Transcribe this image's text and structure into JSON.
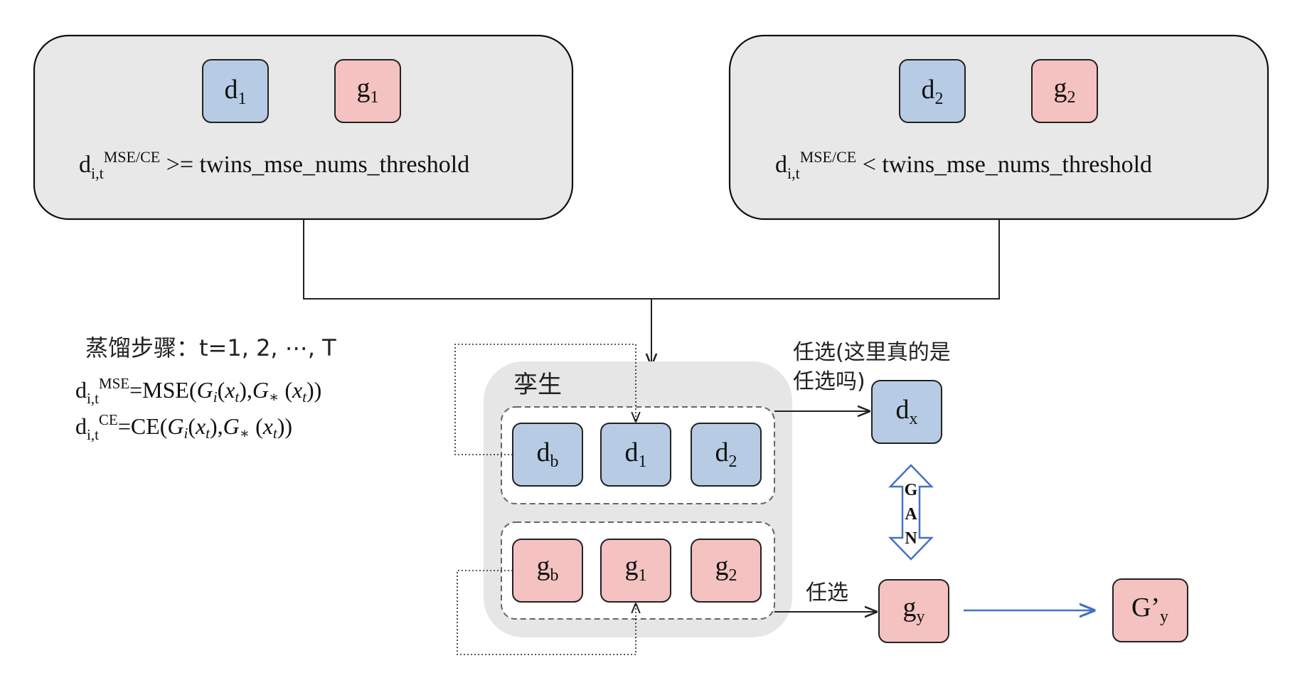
{
  "panel_left": {
    "node_d": {
      "base": "d",
      "sub": "1"
    },
    "node_g": {
      "base": "g",
      "sub": "1"
    },
    "cond": {
      "base": "d",
      "sub": "i,t",
      "sup": "MSE/CE",
      "rest": " >= twins_mse_nums_threshold"
    }
  },
  "panel_right": {
    "node_d": {
      "base": "d",
      "sub": "2"
    },
    "node_g": {
      "base": "g",
      "sub": "2"
    },
    "cond": {
      "base": "d",
      "sub": "i,t",
      "sup": "MSE/CE",
      "rest": " < twins_mse_nums_threshold"
    }
  },
  "steps": {
    "title": "蒸馏步骤：t=1, 2, ⋯, T",
    "mse": {
      "base": "d",
      "sub": "i,t",
      "sup": "MSE",
      "eq": "=MSE(",
      "gi": "G",
      "i": "i",
      "x1": "x",
      "t1": "t",
      "comma": "),",
      "gs": "G",
      "star": "∗",
      "x2": "x",
      "t2": "t",
      "close": "))"
    },
    "ce": {
      "base": "d",
      "sub": "i,t",
      "sup": "CE",
      "eq": "=CE(",
      "gi": "G",
      "i": "i",
      "x1": "x",
      "t1": "t",
      "comma": "),",
      "gs": "G",
      "star": "∗",
      "x2": "x",
      "t2": "t",
      "close": "))"
    }
  },
  "twins": {
    "title": "孪生",
    "d_nodes": [
      {
        "base": "d",
        "sub": "b"
      },
      {
        "base": "d",
        "sub": "1"
      },
      {
        "base": "d",
        "sub": "2"
      }
    ],
    "g_nodes": [
      {
        "base": "g",
        "sub": "b"
      },
      {
        "base": "g",
        "sub": "1"
      },
      {
        "base": "g",
        "sub": "2"
      }
    ]
  },
  "optional_top": {
    "line1": "任选(这里真的是",
    "line2": "任选吗)"
  },
  "optional_bottom": "任选",
  "dx": {
    "base": "d",
    "sub": "x"
  },
  "gy": {
    "base": "g",
    "sub": "y"
  },
  "gan": [
    "G",
    "A",
    "N"
  ],
  "gprime": {
    "base": "G’",
    "sub": "y"
  },
  "colors": {
    "blue_node": "#b7cce4",
    "red_node": "#f4c2c0",
    "panel": "#e8e8e8",
    "twins_bg": "#e6e6e6",
    "arrow_blue": "#4472c4"
  }
}
